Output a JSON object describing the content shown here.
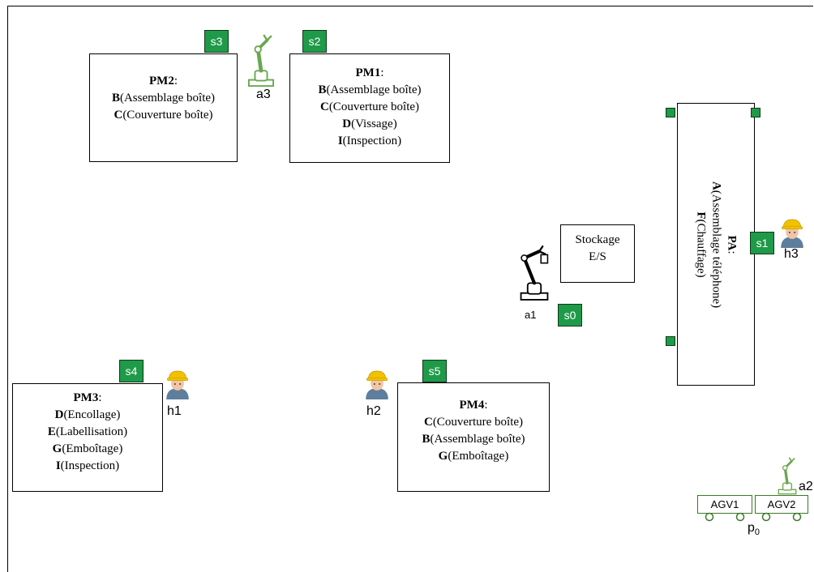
{
  "machines": {
    "pm2": {
      "name": "PM2",
      "sep": ":",
      "ops": [
        {
          "code": "B",
          "text": "(Assemblage boîte)"
        },
        {
          "code": "C",
          "text": "(Couverture boîte)"
        }
      ]
    },
    "pm1": {
      "name": "PM1",
      "sep": ":",
      "ops": [
        {
          "code": "B",
          "text": "(Assemblage boîte)"
        },
        {
          "code": "C",
          "text": "(Couverture boîte)"
        },
        {
          "code": "D",
          "text": "(Vissage)"
        },
        {
          "code": "I",
          "text": "(Inspection)"
        }
      ]
    },
    "pm3": {
      "name": "PM3",
      "sep": ":",
      "ops": [
        {
          "code": "D",
          "text": "(Encollage)"
        },
        {
          "code": "E",
          "text": "(Labellisation)"
        },
        {
          "code": "G",
          "text": "(Emboîtage)"
        },
        {
          "code": "I",
          "text": "(Inspection)"
        }
      ]
    },
    "pm4": {
      "name": "PM4",
      "sep": ":",
      "ops": [
        {
          "code": "C",
          "text": "(Couverture boîte)"
        },
        {
          "code": "B",
          "text": "(Assemblage boîte)"
        },
        {
          "code": "G",
          "text": "(Emboîtage)"
        }
      ]
    },
    "pa": {
      "name": "PA",
      "sep": ":",
      "ops": [
        {
          "code": "A",
          "text": "(Assemblage téléphone)"
        },
        {
          "code": "F",
          "text": "(Chauffage)"
        }
      ]
    }
  },
  "storage": {
    "line1": "Stockage",
    "line2": "E/S"
  },
  "sensors": {
    "s0": "s0",
    "s1": "s1",
    "s2": "s2",
    "s3": "s3",
    "s4": "s4",
    "s5": "s5"
  },
  "robots": {
    "a1": "a1",
    "a2": "a2",
    "a3": "a3"
  },
  "humans": {
    "h1": "h1",
    "h2": "h2",
    "h3": "h3"
  },
  "agvs": {
    "agv1": "AGV1",
    "agv2": "AGV2"
  },
  "point": {
    "base": "p",
    "sub": "0"
  },
  "colors": {
    "sensor": "#1f9a48",
    "robot": "#6aa84f",
    "agv": "#3c7a28",
    "helmet": "#f2c200",
    "shirt": "#5d7e9c"
  }
}
